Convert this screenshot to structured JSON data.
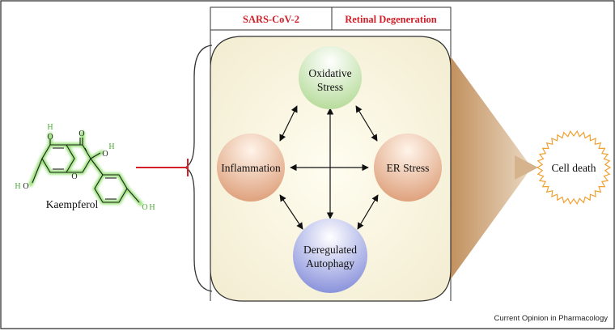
{
  "header": {
    "left_tab": "SARS-CoV-2",
    "right_tab": "Retinal Degeneration"
  },
  "molecule": {
    "name": "Kaempferol",
    "atoms": {
      "h_top": "H",
      "o_top_left": "O",
      "o_carbonyl": "O",
      "o_right": "O",
      "h_right": "H",
      "o_left": "O",
      "h_left": "H",
      "o_ring": "O",
      "o_phenyl": "O",
      "h_phenyl": "H"
    }
  },
  "nodes": {
    "oxidative_line1": "Oxidative",
    "oxidative_line2": "Stress",
    "inflammation": "Inflammation",
    "er_stress": "ER Stress",
    "autophagy_line1": "Deregulated",
    "autophagy_line2": "Autophagy"
  },
  "outcome": "Cell death",
  "credit": "Current Opinion in Pharmacology",
  "colors": {
    "tab_text": "#d0202a",
    "inhibitor": "#d62027",
    "molecule_glow": "#7ed957",
    "atom_label": "#4aa832",
    "panel_fill": "#faf6df",
    "oxidative": "#b7dc9c",
    "inflammation": "#dfa27e",
    "er_stress": "#dfa27e",
    "autophagy": "#8a93dc",
    "funnel": "#b98655"
  }
}
